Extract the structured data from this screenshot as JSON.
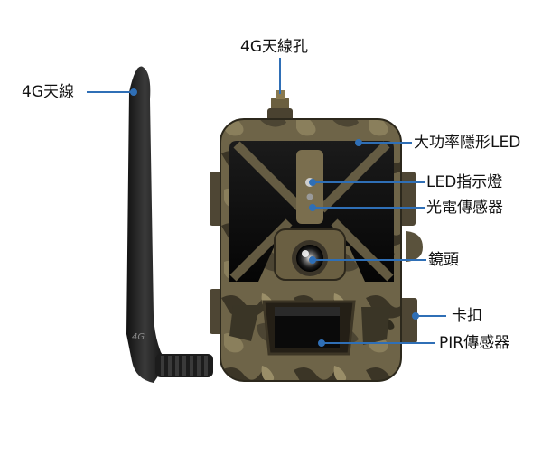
{
  "callouts": {
    "antenna_port": "4G天線孔",
    "antenna": "4G天線",
    "ir_led": "大功率隱形LED",
    "indicator_led": "LED指示燈",
    "light_sensor": "光電傳感器",
    "lens": "鏡頭",
    "clip": "卡扣",
    "pir_sensor": "PIR傳感器"
  },
  "antenna_marking": "4G",
  "colors": {
    "leader_line": "#2f6fb6",
    "camo_base": "#6e6448",
    "camo_dark": "#2f2b1f",
    "antenna": "#1a1a1a"
  }
}
